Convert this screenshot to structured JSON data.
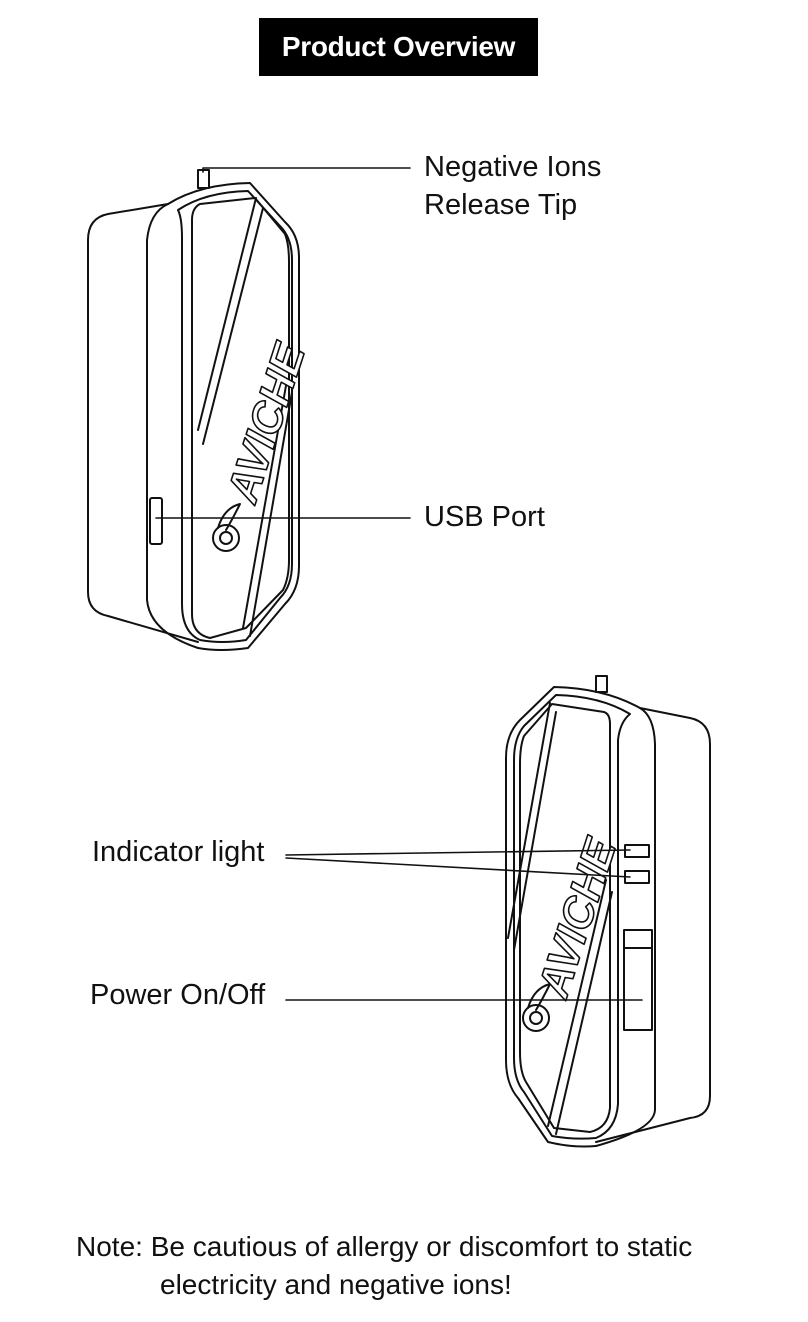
{
  "title": "Product Overview",
  "device_brand": "AVICHE",
  "labels": {
    "negative_ions_line1": "Negative Ions",
    "negative_ions_line2": "Release Tip",
    "usb_port": "USB Port",
    "indicator_light": "Indicator light",
    "power": "Power On/Off"
  },
  "note": {
    "line1": "Note: Be cautious of allergy or discomfort to static",
    "line2": "electricity and negative ions!"
  },
  "colors": {
    "ink": "#111111",
    "title_bg": "#000000",
    "title_fg": "#ffffff"
  }
}
